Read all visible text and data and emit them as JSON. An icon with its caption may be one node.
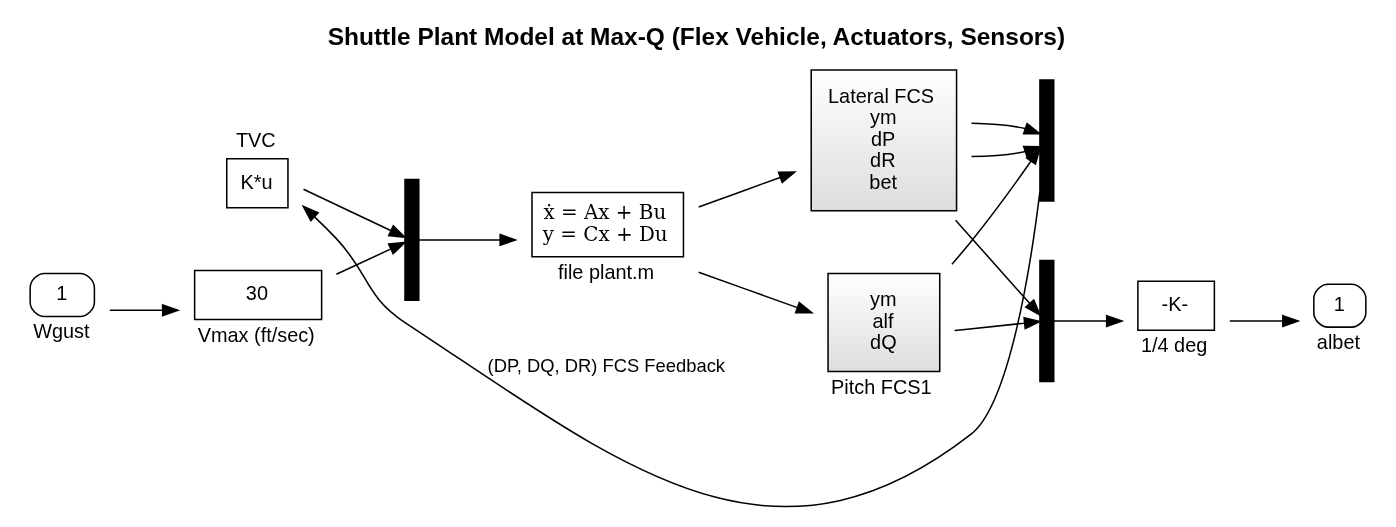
{
  "diagram": {
    "title": "Shuttle Plant Model at Max-Q (Flex Vehicle, Actuators, Sensors)",
    "nodes": [
      {
        "text": [
          "1"
        ],
        "beside": [
          "Wgust"
        ]
      },
      {
        "text": [
          "K*u"
        ],
        "beside": [
          "TVC"
        ]
      },
      {
        "text": [
          "30"
        ],
        "beside": [
          "Vmax (ft/sec)"
        ]
      },
      {
        "text": [],
        "shape": "bar"
      },
      {
        "text": [
          "ẋ = Ax + Bu",
          "y = Cx + Du"
        ],
        "beside": [
          "file plant.m"
        ]
      },
      {
        "text": [
          "Lateral FCS",
          "ym",
          "dP",
          "dR",
          "bet"
        ]
      },
      {
        "text": [
          "ym",
          "alf",
          "dQ"
        ],
        "beside": [
          "Pitch FCS1"
        ]
      },
      {
        "text": [],
        "shape": "bar"
      },
      {
        "text": [],
        "shape": "bar"
      },
      {
        "text": [
          "-K-"
        ],
        "beside": [
          "1/4 deg"
        ]
      },
      {
        "text": [
          "1"
        ],
        "beside": [
          "albet"
        ]
      }
    ],
    "edges": [
      {
        "from": 1,
        "to": 3,
        "arrow": "to"
      },
      {
        "from": 0,
        "to": 2,
        "arrow": "to"
      },
      {
        "from": 2,
        "to": 3,
        "arrow": "to"
      },
      {
        "from": 3,
        "to": 4,
        "arrow": "to"
      },
      {
        "from": 4,
        "to": 5,
        "arrow": "to"
      },
      {
        "from": 4,
        "to": 6,
        "arrow": "to"
      },
      {
        "from": 5,
        "to": 8,
        "arrow": "to"
      },
      {
        "from": 6,
        "to": 7,
        "arrow": "to"
      },
      {
        "from": 5,
        "to": 8,
        "arrow": "to"
      },
      {
        "from": 5,
        "to": 7,
        "arrow": "to"
      },
      {
        "from": 6,
        "to": 8,
        "arrow": "to"
      },
      {
        "from": 7,
        "to": 9,
        "arrow": "to"
      },
      {
        "from": 9,
        "to": 10,
        "arrow": "to"
      },
      {
        "from": 8,
        "to": 1,
        "arrow": "to",
        "label": "(DP, DQ, DR) FCS Feedback"
      }
    ]
  }
}
